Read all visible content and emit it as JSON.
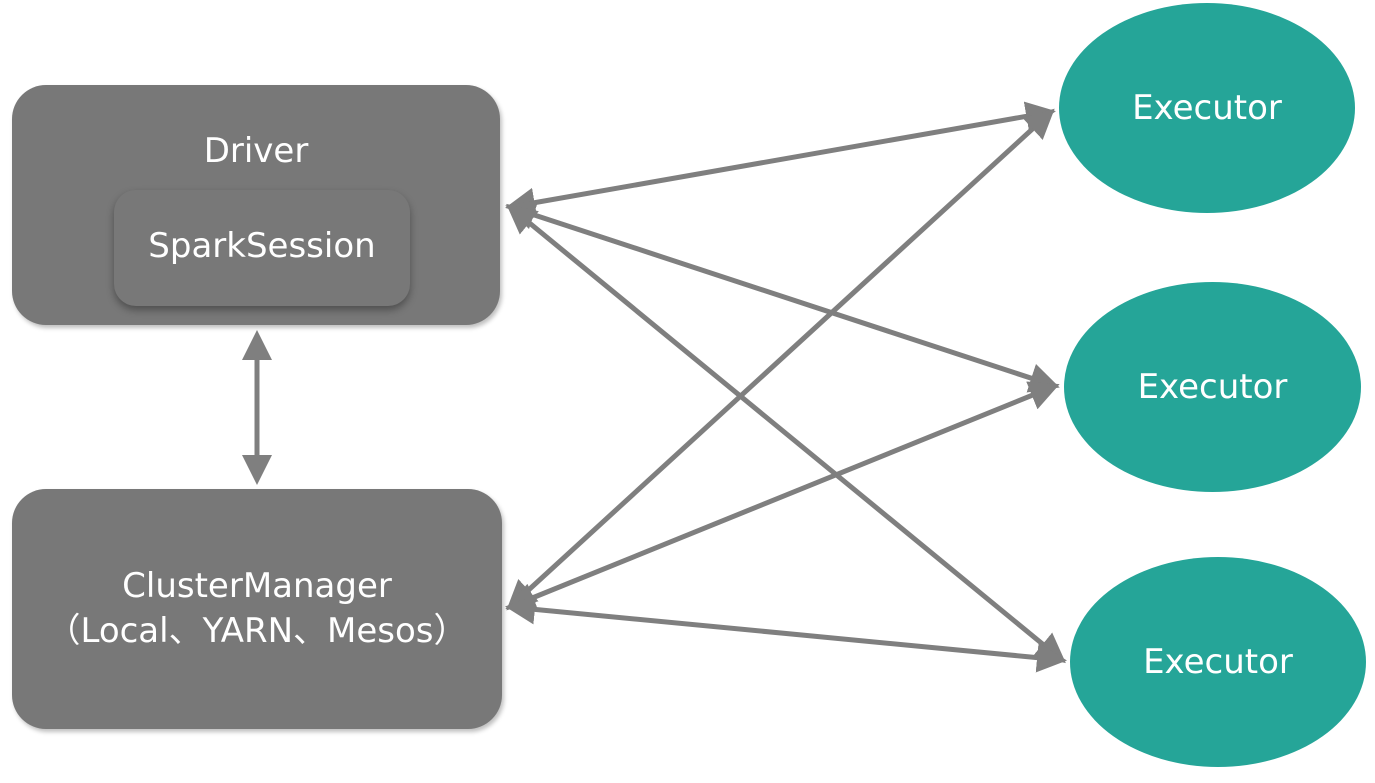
{
  "driver": {
    "title": "Driver",
    "session_label": "SparkSession"
  },
  "cluster_manager": {
    "title": "ClusterManager",
    "subtitle": "（Local、YARN、Mesos）"
  },
  "executors": [
    {
      "label": "Executor"
    },
    {
      "label": "Executor"
    },
    {
      "label": "Executor"
    }
  ],
  "connections": [
    {
      "from": "driver",
      "to": "cluster_manager",
      "direction": "both"
    },
    {
      "from": "driver",
      "to": "executor-1",
      "direction": "both"
    },
    {
      "from": "driver",
      "to": "executor-2",
      "direction": "both"
    },
    {
      "from": "driver",
      "to": "executor-3",
      "direction": "both"
    },
    {
      "from": "cluster_manager",
      "to": "executor-1",
      "direction": "both"
    },
    {
      "from": "cluster_manager",
      "to": "executor-2",
      "direction": "both"
    },
    {
      "from": "cluster_manager",
      "to": "executor-3",
      "direction": "both"
    }
  ],
  "colors": {
    "box_fill": "#787878",
    "executor_fill": "#25a598",
    "arrow_color": "#7f7f7f",
    "text": "#ffffff"
  }
}
